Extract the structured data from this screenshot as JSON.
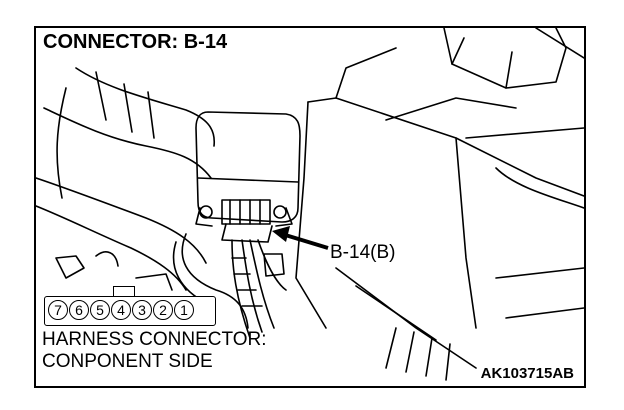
{
  "diagram": {
    "title": "CONNECTOR: B-14",
    "callout_label": "B-14(B)",
    "harness_line1": "HARNESS CONNECTOR:",
    "harness_line2": "CONPONENT SIDE",
    "figure_code": "AK103715AB",
    "pins": [
      "7",
      "6",
      "5",
      "4",
      "3",
      "2",
      "1"
    ]
  }
}
